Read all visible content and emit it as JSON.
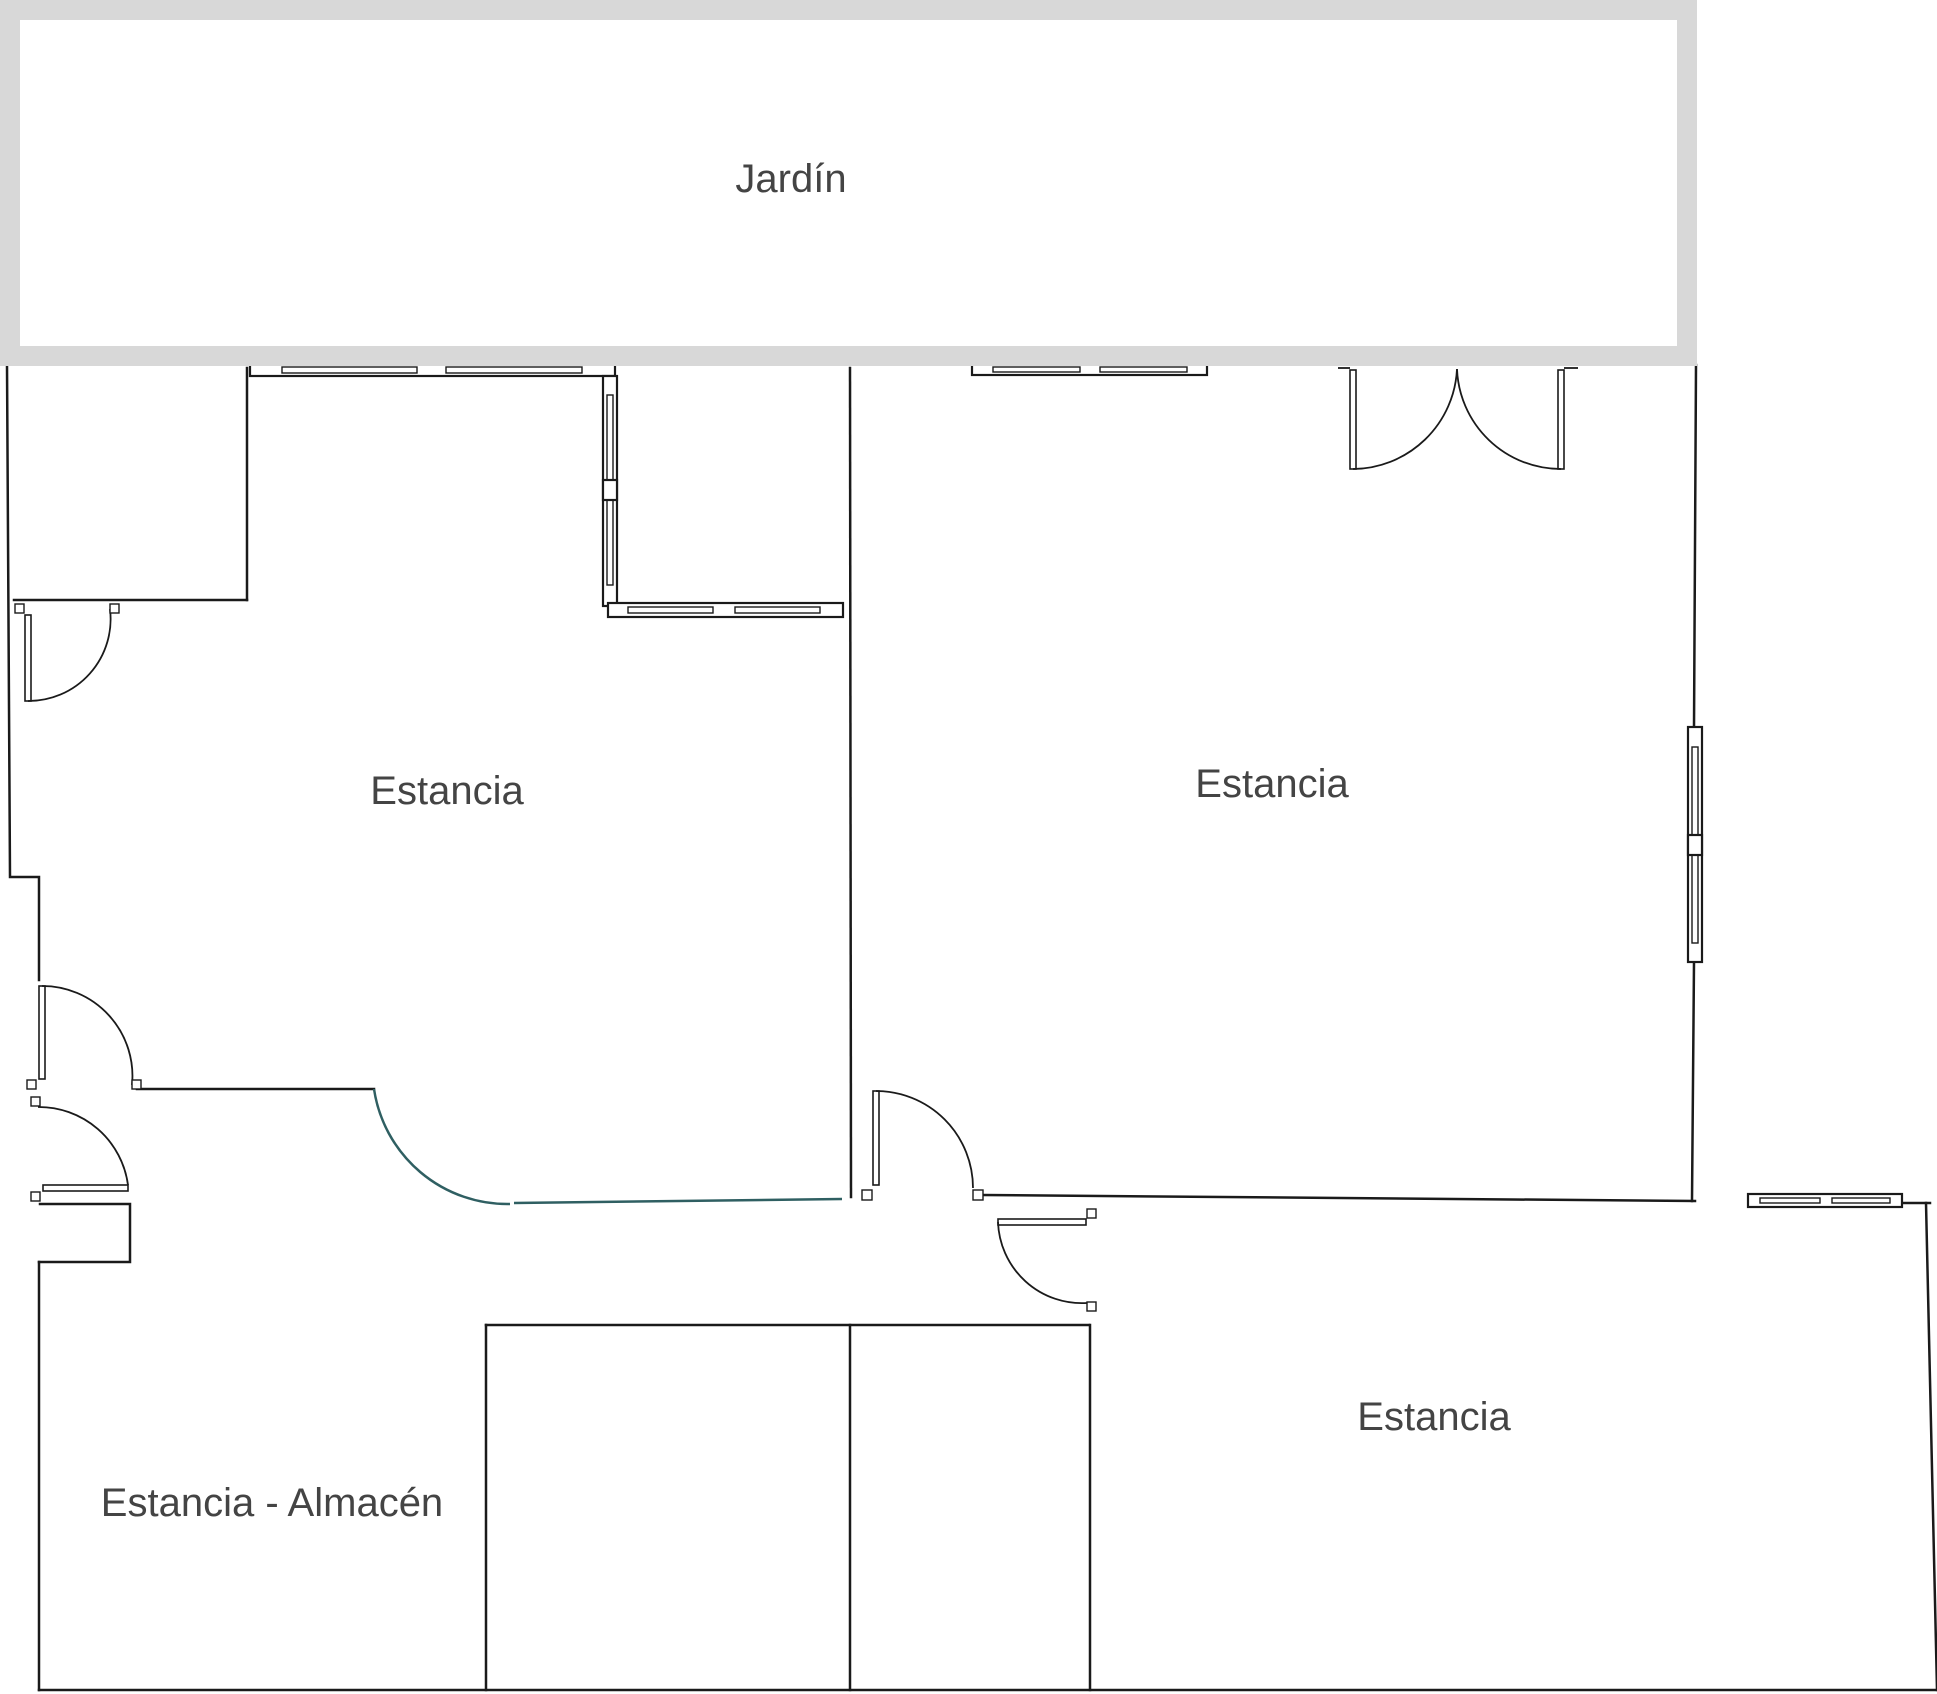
{
  "rooms": {
    "garden": {
      "label": "Jardín"
    },
    "room_top_left": {
      "label": "Estancia"
    },
    "room_top_right": {
      "label": "Estancia"
    },
    "room_bottom_right": {
      "label": "Estancia"
    },
    "room_bottom_left": {
      "label": "Estancia - Almacén"
    }
  },
  "colors": {
    "garden_border": "#d8d8d8",
    "wall": "#1a1a1a",
    "label_text": "#444444",
    "accent_door": "#2f5f62"
  }
}
